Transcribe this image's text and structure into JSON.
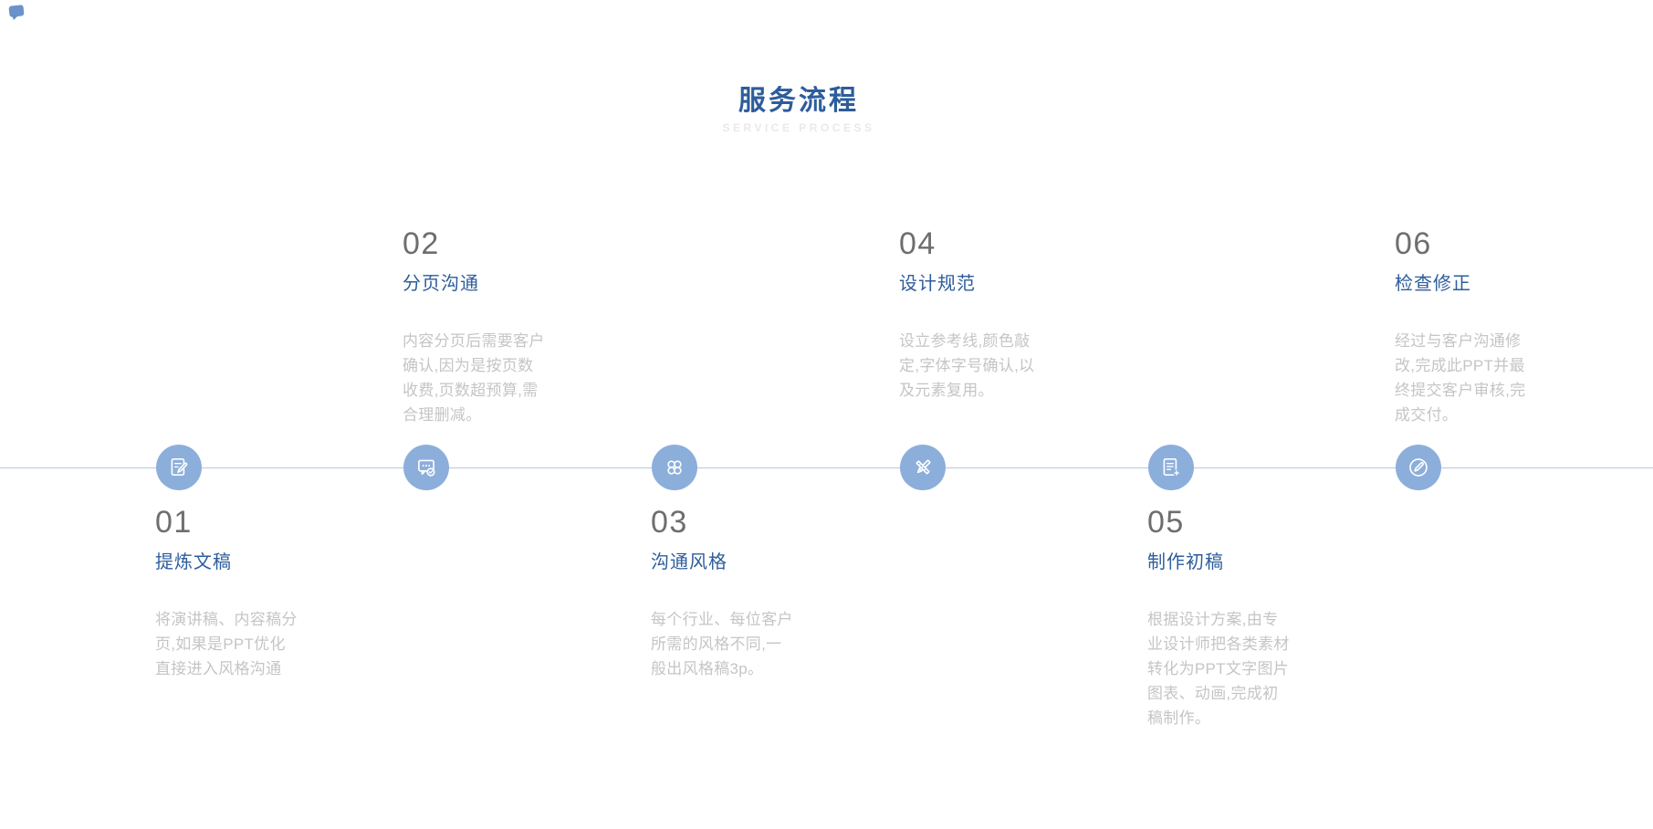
{
  "header": {
    "title": "服务流程",
    "subtitle": "SERVICE PROCESS"
  },
  "colors": {
    "accent_blue": "#2d5d9b",
    "icon_blue": "#8caedb",
    "line_blue": "#b7c9e0",
    "number_gray": "#6e6e71",
    "body_gray": "#c5c5c5",
    "subtitle_gray": "#e9e9e9",
    "corner_blue": "#5b86c4"
  },
  "steps": [
    {
      "number": "01",
      "title": "提炼文稿",
      "description": "将演讲稿、内容稿分页,如果是PPT优化直接进入风格沟通",
      "icon": "edit-document-icon",
      "position": "below"
    },
    {
      "number": "02",
      "title": "分页沟通",
      "description": "内容分页后需要客户确认,因为是按页数收费,页数超预算,需合理删减。",
      "icon": "chat-check-icon",
      "position": "above"
    },
    {
      "number": "03",
      "title": "沟通风格",
      "description": "每个行业、每位客户所需的风格不同,一般出风格稿3p。",
      "icon": "clover-icon",
      "position": "below"
    },
    {
      "number": "04",
      "title": "设计规范",
      "description": "设立参考线,颜色敲定,字体字号确认,以及元素复用。",
      "icon": "pencil-ruler-icon",
      "position": "above"
    },
    {
      "number": "05",
      "title": "制作初稿",
      "description": "根据设计方案,由专业设计师把各类素材转化为PPT文字图片图表、动画,完成初稿制作。",
      "icon": "document-plus-icon",
      "position": "below"
    },
    {
      "number": "06",
      "title": "检查修正",
      "description": "经过与客户沟通修改,完成此PPT并最终提交客户审核,完成交付。",
      "icon": "pencil-circle-icon",
      "position": "above"
    }
  ]
}
